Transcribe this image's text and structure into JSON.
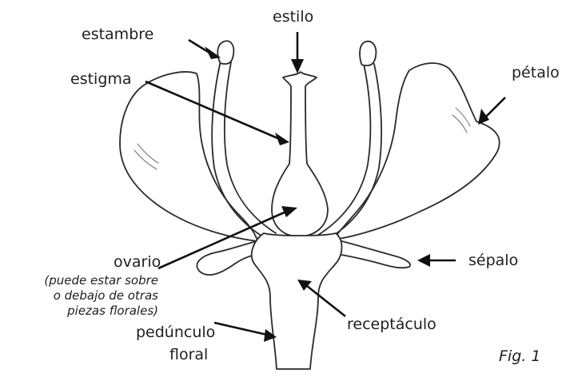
{
  "labels": {
    "estilo": "estilo",
    "estambre": "estambre",
    "estigma": "estigma",
    "petalo": "pétalo",
    "ovario": "ovario",
    "ovario_note": [
      "(puede estar sobre",
      "o debajo de otras",
      "piezas florales)"
    ],
    "sepalo": "sépalo",
    "receptaculo": "receptáculo",
    "pedunculo_line1": "pedúnculo",
    "pedunculo_line2": "floral",
    "figure": "Fig. 1"
  },
  "colors": {
    "ink": "#2a2a2a",
    "arrow": "#111111",
    "background": "#ffffff"
  }
}
